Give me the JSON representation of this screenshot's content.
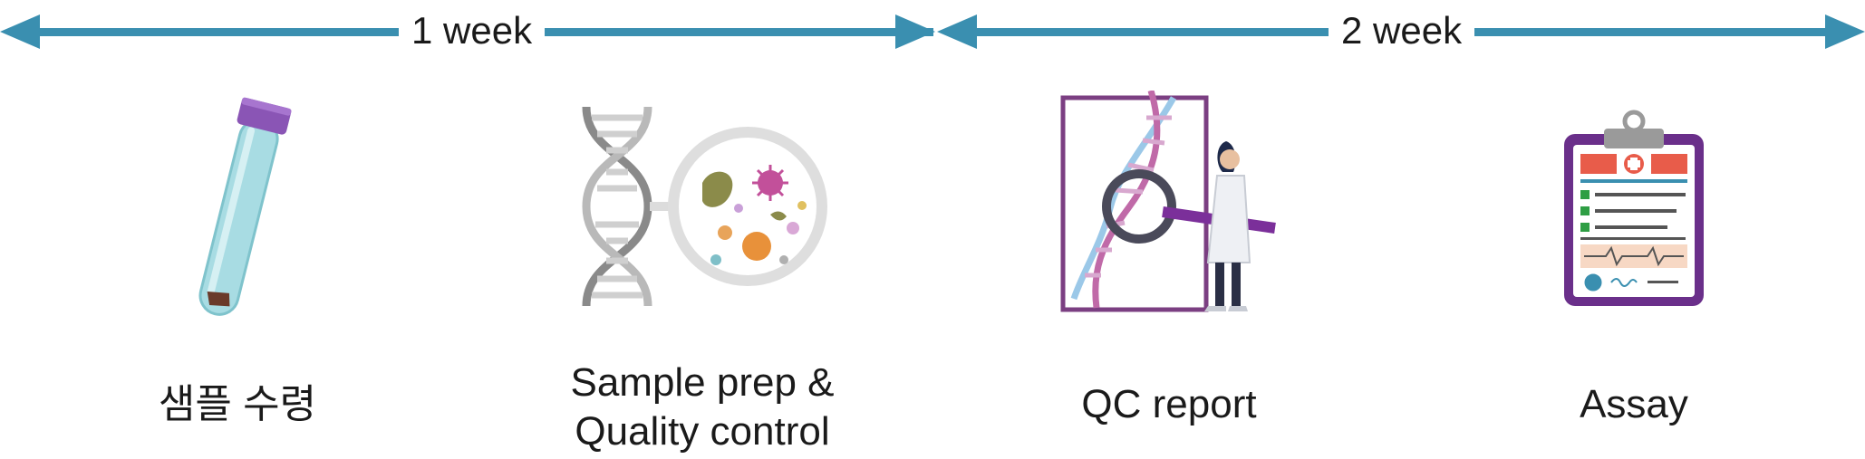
{
  "timeline": {
    "color": "#3a8fb0",
    "phases": [
      {
        "label": "1 week"
      },
      {
        "label": "2 week"
      }
    ]
  },
  "steps": [
    {
      "label": "샘플 수령",
      "icon": "sample-tube-icon"
    },
    {
      "label_line1": "Sample prep &",
      "label_line2": "Quality control",
      "icon": "dna-microbiome-icon"
    },
    {
      "label": "QC report",
      "icon": "dna-scientist-icon"
    },
    {
      "label": "Assay",
      "icon": "clipboard-report-icon"
    }
  ],
  "colors": {
    "accent": "#3a8fb0",
    "purple": "#7b3fa0",
    "tube": "#a8dce3",
    "report_red": "#e85c4a",
    "check_green": "#2e9e44"
  }
}
